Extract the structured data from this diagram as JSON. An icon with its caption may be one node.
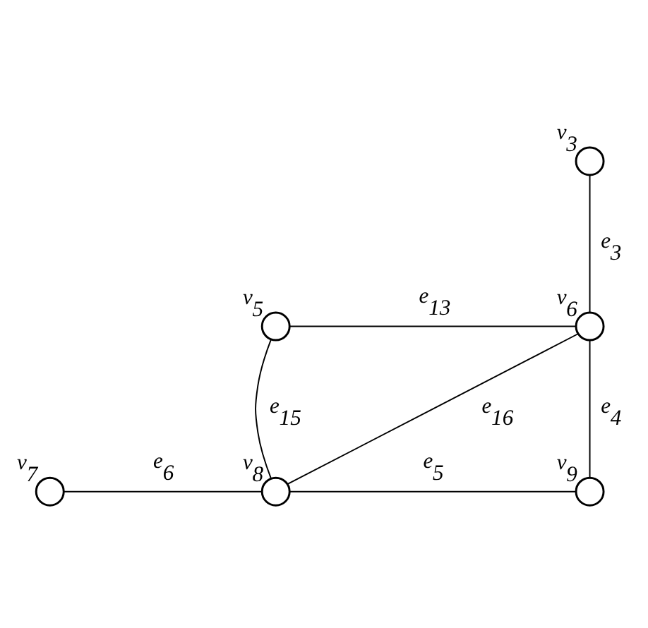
{
  "diagram": {
    "nodes": [
      {
        "text": [],
        "shape": "circle",
        "beside": [
          "v$_{3}$"
        ]
      },
      {
        "text": [],
        "shape": "circle",
        "beside": [
          "v$_{5}$"
        ]
      },
      {
        "text": [],
        "shape": "circle",
        "beside": [
          "v$_{6}$"
        ]
      },
      {
        "text": [],
        "shape": "circle",
        "beside": [
          "v$_{7}$"
        ]
      },
      {
        "text": [],
        "shape": "circle",
        "beside": [
          "v$_{8}$"
        ]
      },
      {
        "text": [],
        "shape": "circle",
        "beside": [
          "v$_{9}$"
        ]
      }
    ],
    "edges": [
      {
        "from": 0,
        "to": 2,
        "arrow": "none",
        "label": "e$_{3}$"
      },
      {
        "from": 1,
        "to": 2,
        "arrow": "none",
        "label": "e$_{13}$"
      },
      {
        "from": 1,
        "to": 4,
        "arrow": "none",
        "label": "e$_{15}$"
      },
      {
        "from": 4,
        "to": 2,
        "arrow": "none",
        "label": "e$_{16}$"
      },
      {
        "from": 2,
        "to": 5,
        "arrow": "none",
        "label": "e$_{4}$"
      },
      {
        "from": 3,
        "to": 4,
        "arrow": "none",
        "label": "e$_{6}$"
      },
      {
        "from": 4,
        "to": 5,
        "arrow": "none",
        "label": "e$_{5}$"
      }
    ]
  }
}
